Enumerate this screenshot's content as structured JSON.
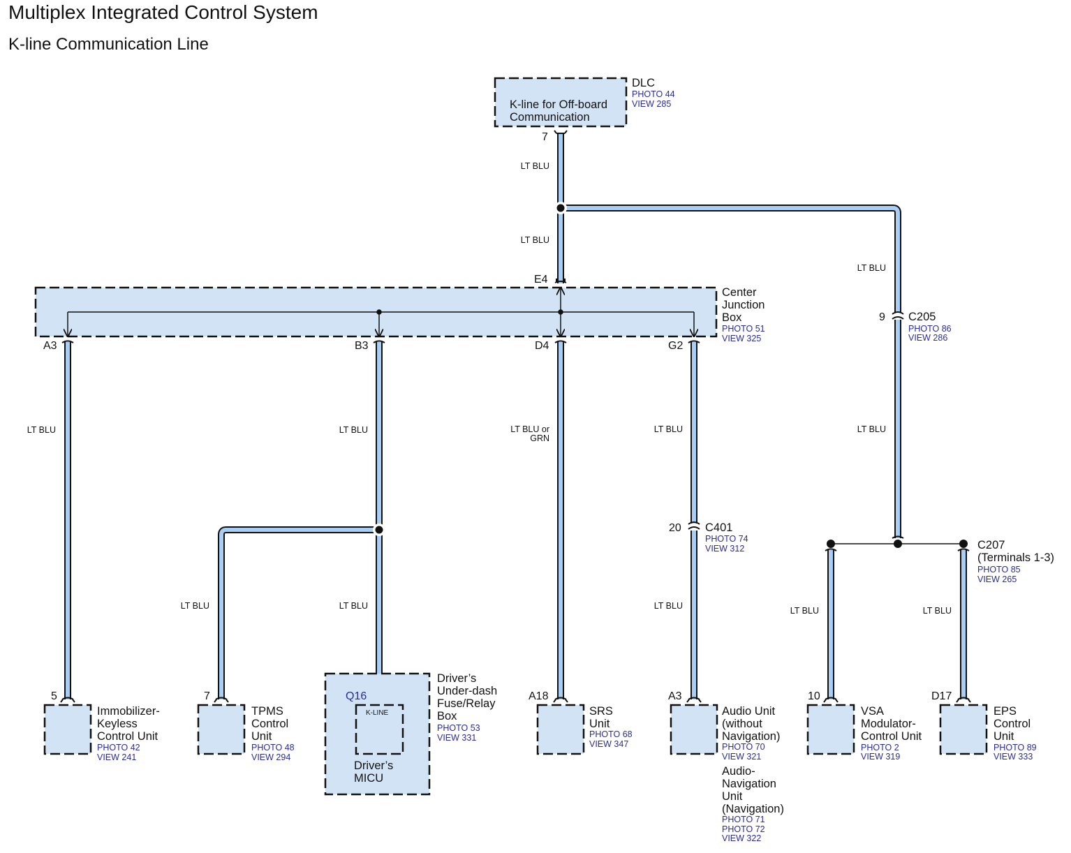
{
  "header": {
    "title": "Multiplex Integrated Control System",
    "subtitle": "K-line Communication Line"
  },
  "colors": {
    "wire_fill": "#a9cdf3",
    "box_fill": "#d2e3f5",
    "ref_text": "#2a2aa0"
  },
  "components": {
    "dlc": {
      "name": "DLC",
      "inner": [
        "K-line for Off-board",
        "Communication"
      ],
      "refs": [
        "PHOTO 44",
        "VIEW 285"
      ],
      "pin": "7"
    },
    "cjb": {
      "name": [
        "Center",
        "Junction",
        "Box"
      ],
      "refs": [
        "PHOTO 51",
        "VIEW 325"
      ],
      "pins": {
        "e4": "E4",
        "a3": "A3",
        "b3": "B3",
        "d4": "D4",
        "g2": "G2"
      }
    },
    "c205": {
      "name": "C205",
      "pin": "9",
      "refs": [
        "PHOTO 86",
        "VIEW 286"
      ]
    },
    "c401": {
      "name": "C401",
      "pin": "20",
      "refs": [
        "PHOTO 74",
        "VIEW 312"
      ]
    },
    "c207": {
      "name": [
        "C207",
        "(Terminals 1-3)"
      ],
      "refs": [
        "PHOTO 85",
        "VIEW 265"
      ]
    },
    "immobilizer": {
      "name": [
        "Immobilizer-",
        "Keyless",
        "Control Unit"
      ],
      "refs": [
        "PHOTO 42",
        "VIEW 241"
      ],
      "pin": "5"
    },
    "tpms": {
      "name": [
        "TPMS",
        "Control",
        "Unit"
      ],
      "refs": [
        "PHOTO 48",
        "VIEW 294"
      ],
      "pin": "7"
    },
    "micu": {
      "outer_name": [
        "Driver’s",
        "Under-dash",
        "Fuse/Relay",
        "Box"
      ],
      "refs": [
        "PHOTO 53",
        "VIEW 331"
      ],
      "pin": "Q16",
      "inner_label": "K-LINE",
      "inner_name": [
        "Driver’s",
        "MICU"
      ]
    },
    "srs": {
      "name": [
        "SRS",
        "Unit"
      ],
      "refs": [
        "PHOTO 68",
        "VIEW 347"
      ],
      "pin": "A18"
    },
    "audio": {
      "name": [
        "Audio Unit",
        "(without",
        "Navigation)"
      ],
      "refs": [
        "PHOTO 70",
        "VIEW 321"
      ],
      "alt_name": [
        "Audio-",
        "Navigation",
        "Unit",
        "(Navigation)"
      ],
      "alt_refs": [
        "PHOTO 71",
        "PHOTO 72",
        "VIEW 322"
      ],
      "pin": "A3"
    },
    "vsa": {
      "name": [
        "VSA",
        "Modulator-",
        "Control Unit"
      ],
      "refs": [
        "PHOTO 2",
        "VIEW 319"
      ],
      "pin": "10"
    },
    "eps": {
      "name": [
        "EPS",
        "Control",
        "Unit"
      ],
      "refs": [
        "PHOTO 89",
        "VIEW 333"
      ],
      "pin": "D17"
    }
  },
  "wire_labels": {
    "dlc_top": "LT BLU",
    "dlc_mid": "LT BLU",
    "right_upper": "LT BLU",
    "right_lower": "LT BLU",
    "a3": "LT BLU",
    "b3_upper": "LT BLU",
    "tpms": "LT BLU",
    "micu": "LT BLU",
    "d4": [
      "LT BLU or",
      "GRN"
    ],
    "g2_upper": "LT BLU",
    "g2_lower": "LT BLU",
    "vsa": "LT BLU",
    "eps": "LT BLU"
  }
}
